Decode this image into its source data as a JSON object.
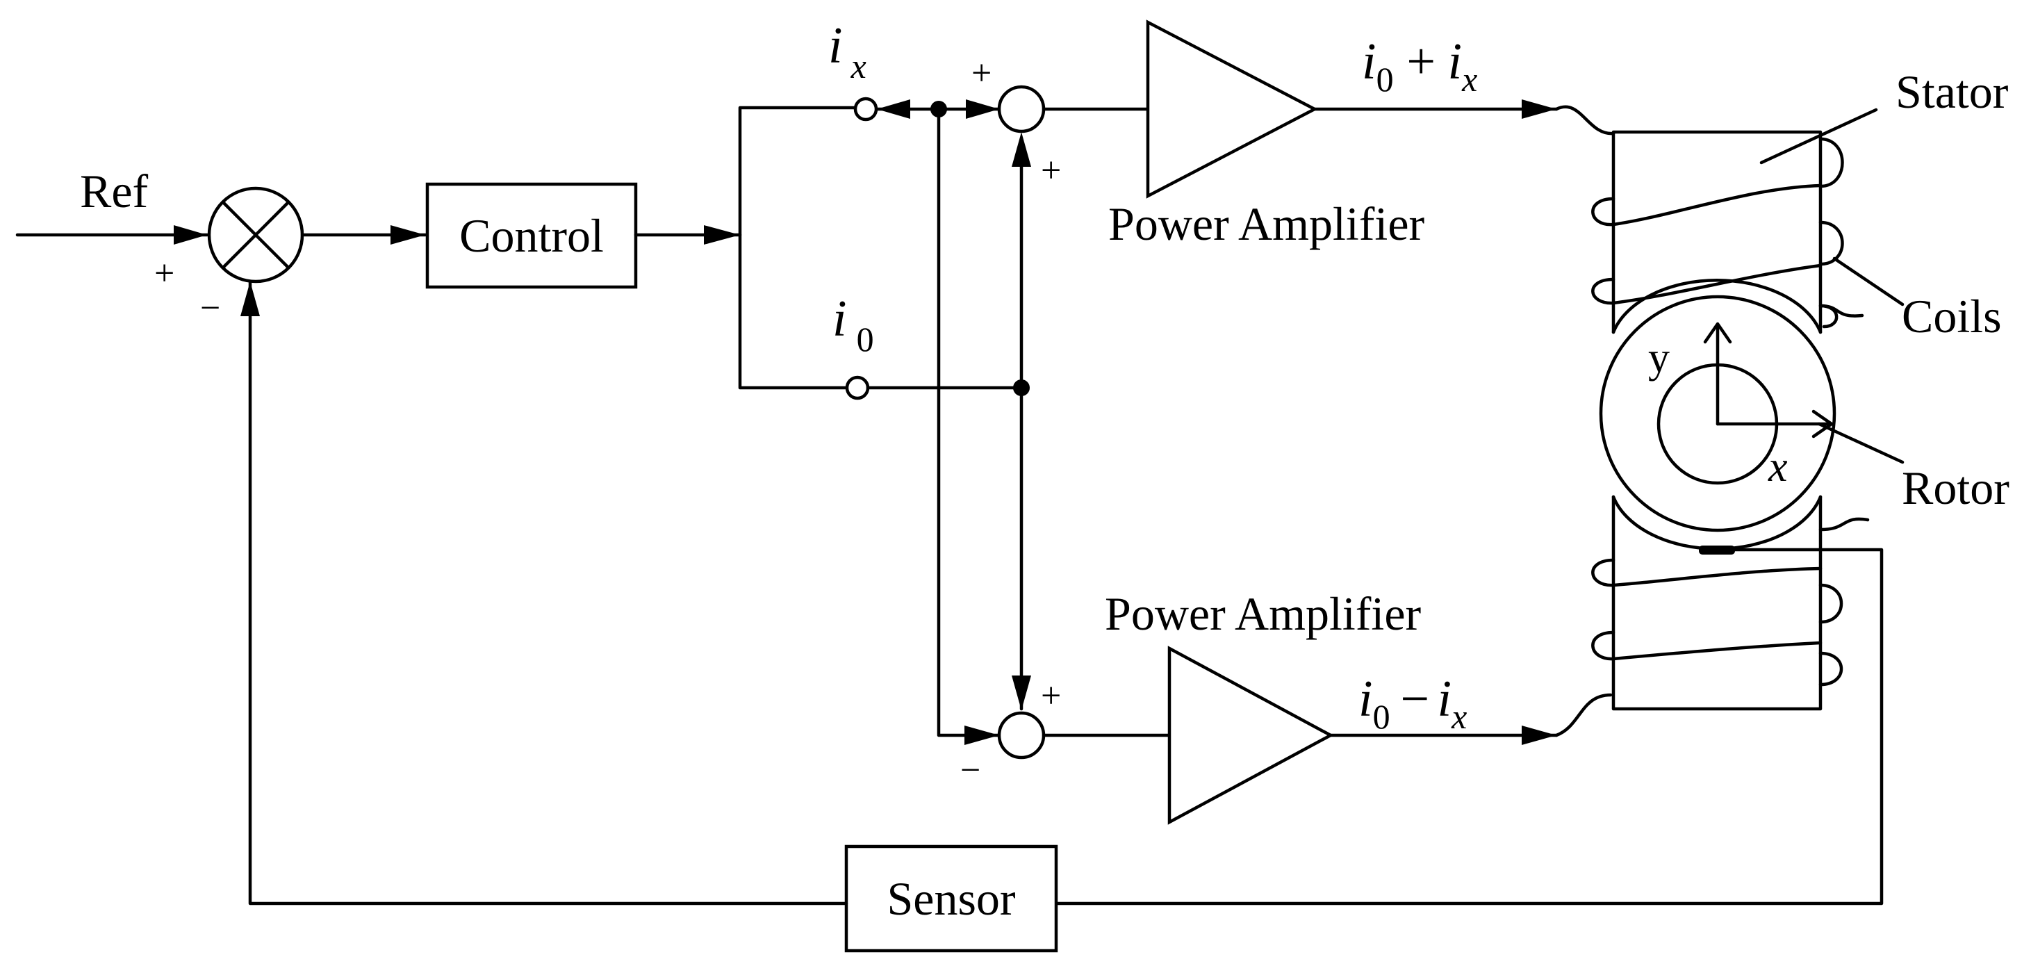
{
  "ref_label": "Ref",
  "control_label": "Control",
  "sensor_label": "Sensor",
  "amplifier_top_label": "Power Amplifier",
  "amplifier_bottom_label": "Power Amplifier",
  "stator_label": "Stator",
  "coils_label": "Coils",
  "rotor_label": "Rotor",
  "axis_x_label": "x",
  "axis_y_label": "y",
  "signs": {
    "ref_plus": "+",
    "feedback_minus": "−",
    "top_sum_left": "+",
    "top_sum_bottom": "+",
    "bottom_sum_top": "+",
    "bottom_sum_left": "−"
  },
  "currents": {
    "ix": {
      "main": "i",
      "sub": "x"
    },
    "i0": {
      "main": "i",
      "sub": "0"
    },
    "top_output": {
      "a": "i",
      "a_sub": "0",
      "op": "+",
      "b": "i",
      "b_sub": "x"
    },
    "bottom_output": {
      "a": "i",
      "a_sub": "0",
      "op": "−",
      "b": "i",
      "b_sub": "x"
    }
  }
}
